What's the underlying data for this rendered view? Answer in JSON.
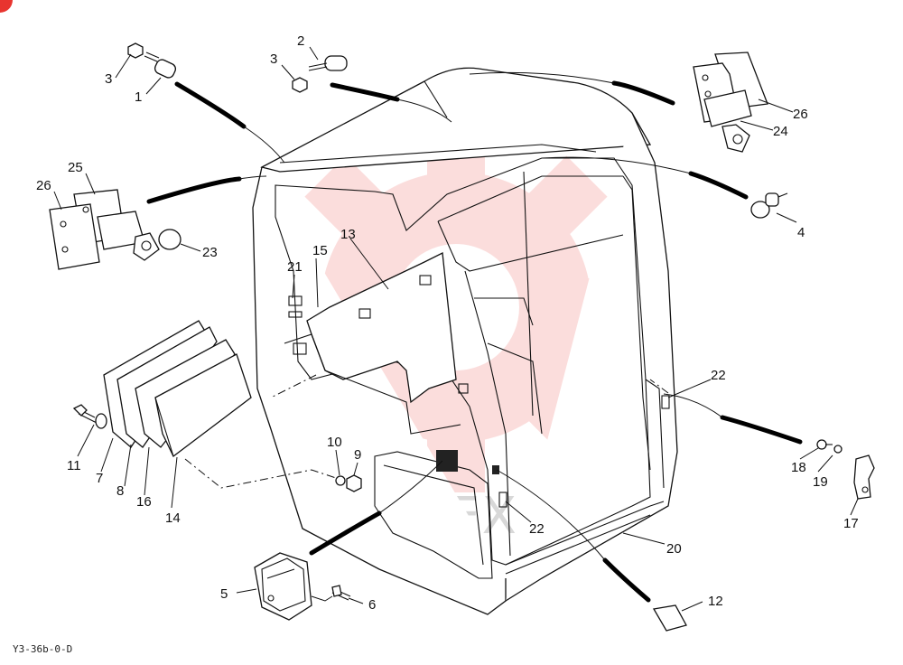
{
  "diagram_code": "Y3-36b-0-D",
  "watermark_text": "ИНТЕХ",
  "colors": {
    "watermark": "#e8342f",
    "ink": "#111111"
  },
  "callouts": {
    "p1": "1",
    "p2": "2",
    "p3a": "3",
    "p3b": "3",
    "p4": "4",
    "p5": "5",
    "p6": "6",
    "p7": "7",
    "p8": "8",
    "p9": "9",
    "p10": "10",
    "p11": "11",
    "p12": "12",
    "p13": "13",
    "p14": "14",
    "p15": "15",
    "p16": "16",
    "p17": "17",
    "p18": "18",
    "p19": "19",
    "p20": "20",
    "p21": "21",
    "p22a": "22",
    "p22b": "22",
    "p23": "23",
    "p24": "24",
    "p25": "25",
    "p26a": "26",
    "p26b": "26"
  }
}
